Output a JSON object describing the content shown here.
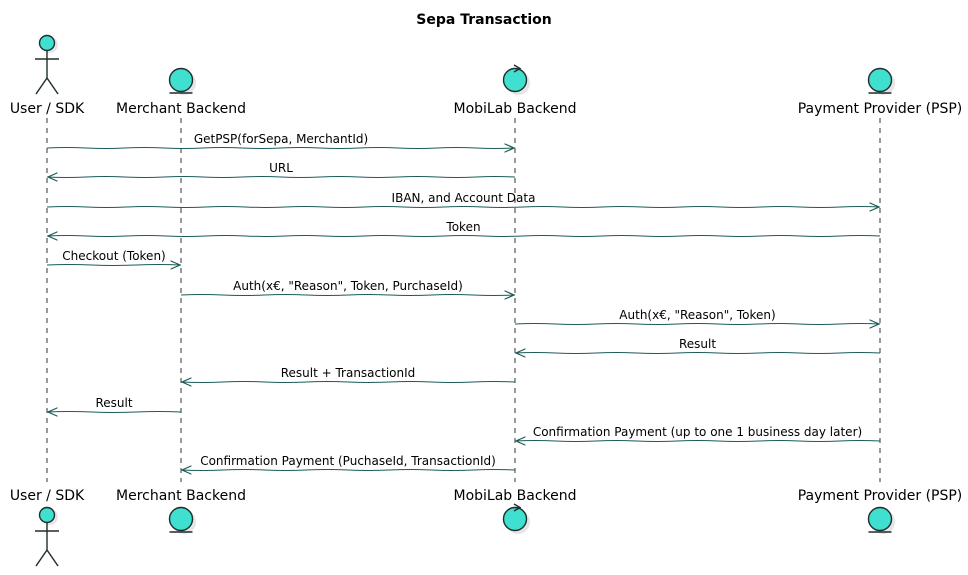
{
  "diagram": {
    "title": "Sepa Transaction",
    "colors": {
      "participant_fill": "#40e0d0",
      "participant_stroke": "#1f2d2c",
      "arrow": "#1b5b58",
      "lifeline": "#333333"
    },
    "participants": [
      {
        "id": "user",
        "label": "User / SDK",
        "kind": "actor"
      },
      {
        "id": "merchant",
        "label": "Merchant Backend",
        "kind": "entity"
      },
      {
        "id": "mobilab",
        "label": "MobiLab Backend",
        "kind": "control"
      },
      {
        "id": "psp",
        "label": "Payment Provider (PSP)",
        "kind": "entity"
      }
    ],
    "messages": [
      {
        "from": "user",
        "to": "mobilab",
        "label": "GetPSP(forSepa, MerchantId)"
      },
      {
        "from": "mobilab",
        "to": "user",
        "label": "URL"
      },
      {
        "from": "user",
        "to": "psp",
        "label": "IBAN, and Account Data"
      },
      {
        "from": "psp",
        "to": "user",
        "label": "Token"
      },
      {
        "from": "user",
        "to": "merchant",
        "label": "Checkout (Token)"
      },
      {
        "from": "merchant",
        "to": "mobilab",
        "label": "Auth(x€, \"Reason\", Token, PurchaseId)"
      },
      {
        "from": "mobilab",
        "to": "psp",
        "label": "Auth(x€, \"Reason\", Token)"
      },
      {
        "from": "psp",
        "to": "mobilab",
        "label": "Result"
      },
      {
        "from": "mobilab",
        "to": "merchant",
        "label": "Result + TransactionId"
      },
      {
        "from": "merchant",
        "to": "user",
        "label": "Result"
      },
      {
        "from": "psp",
        "to": "mobilab",
        "label": "Confirmation Payment (up to one 1 business day later)"
      },
      {
        "from": "mobilab",
        "to": "merchant",
        "label": "Confirmation Payment (PuchaseId, TransactionId)"
      }
    ]
  }
}
